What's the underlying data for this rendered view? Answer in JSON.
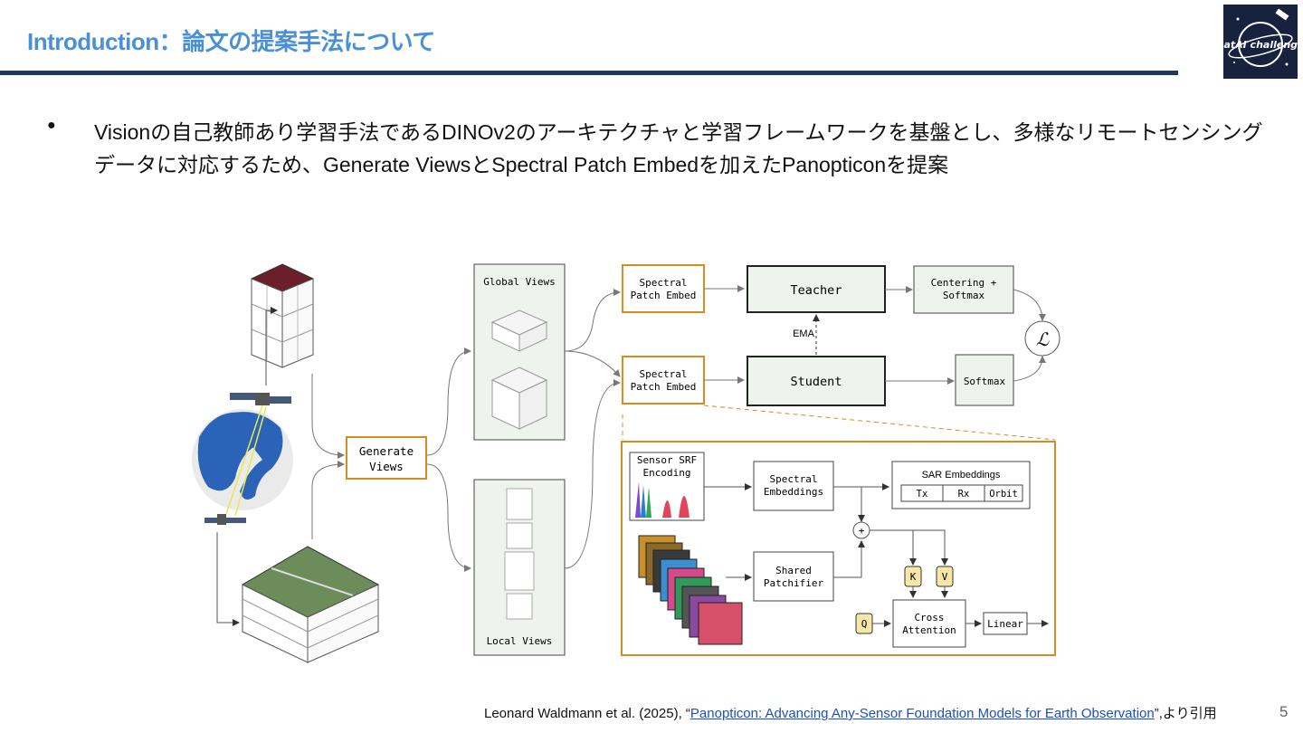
{
  "slide": {
    "title": "Introduction：論文の提案手法について",
    "bullet_symbol": "●",
    "bullet_text": "Visionの自己教師あり学習手法であるDINOv2のアーキテクチャと学習フレームワークを基盤とし、多様なリモートセンシングデータに対応するため、Generate ViewsとSpectral Patch Embedを加えたPanopticonを提案",
    "page_number": "5",
    "logo_text": "SatAI challenge"
  },
  "citation": {
    "prefix": "Leonard Waldmann et al. (2025), “",
    "link_text": "Panopticon: Advancing Any-Sensor Foundation Models for Earth Observation",
    "suffix": "”,より引用"
  },
  "diagram": {
    "generate_views": [
      "Generate",
      "Views"
    ],
    "global_views": "Global Views",
    "local_views": "Local Views",
    "spectral_patch_embed": [
      "Spectral",
      "Patch Embed"
    ],
    "teacher": "Teacher",
    "student": "Student",
    "ema": "EMA",
    "centering_softmax": [
      "Centering +",
      "Softmax"
    ],
    "softmax": "Softmax",
    "loss_symbol": "ℒ",
    "sensor_srf": [
      "Sensor SRF",
      "Encoding"
    ],
    "spectral_embeddings": [
      "Spectral",
      "Embeddings"
    ],
    "sar_embeddings": "SAR Embeddings",
    "sar_cells": [
      "Tx",
      "Rx",
      "Orbit"
    ],
    "shared_patchifier": [
      "Shared",
      "Patchifier"
    ],
    "plus": "+",
    "k": "K",
    "v": "V",
    "q": "Q",
    "cross_attention": [
      "Cross",
      "Attention"
    ],
    "linear": "Linear"
  },
  "colors": {
    "title_blue": "#4a90d9",
    "rule_navy": "#1c3a5e",
    "orange": "#d98b1f",
    "box_fill": "#eef3ee",
    "key_yellow": "#f7e7a6"
  }
}
